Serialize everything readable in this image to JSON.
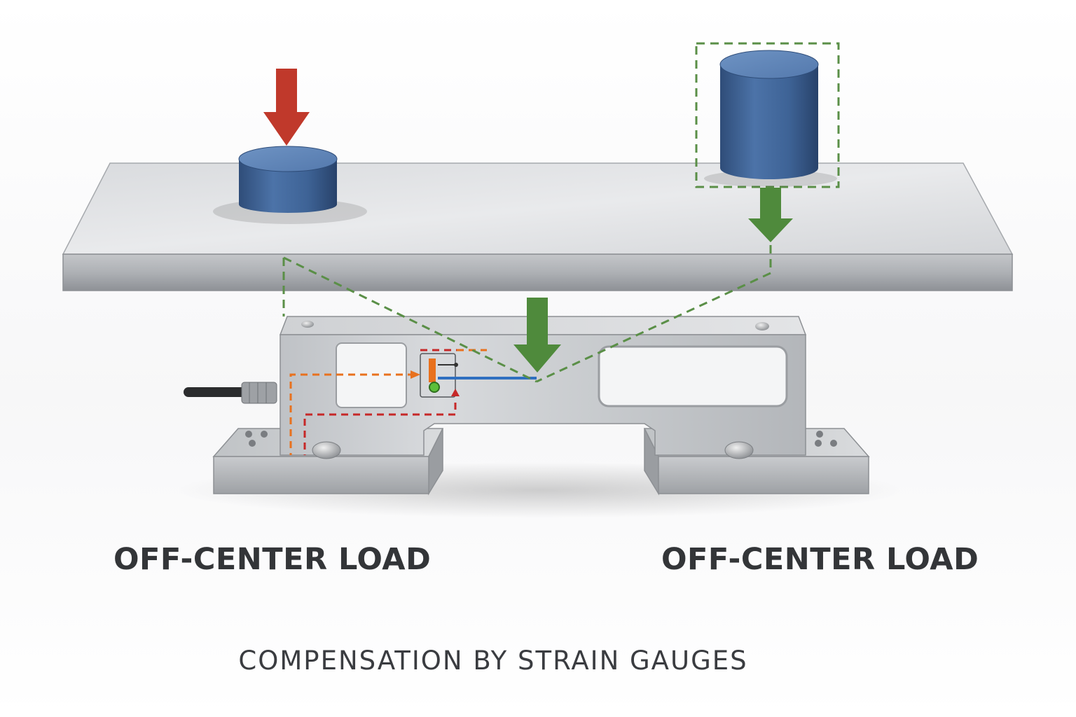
{
  "labels": {
    "left_load": "OFF-CENTER LOAD",
    "right_load": "OFF-CENTER LOAD",
    "bottom_title": "COMPENSATION BY STRAIN GAUGES"
  },
  "colors": {
    "plate": "#c9cbce",
    "weight_blue": "#3f6597",
    "force_arrow_red": "#c0392b",
    "force_arrow_green": "#4f8a3c",
    "signal_orange": "#e8711e",
    "signal_red": "#c62828",
    "signal_blue": "#2f6fc0",
    "text_dark": "#333538"
  },
  "icons": {
    "left_arrow": "down-arrow-icon",
    "right_arrow": "down-arrow-icon",
    "center_arrow": "down-arrow-icon"
  }
}
